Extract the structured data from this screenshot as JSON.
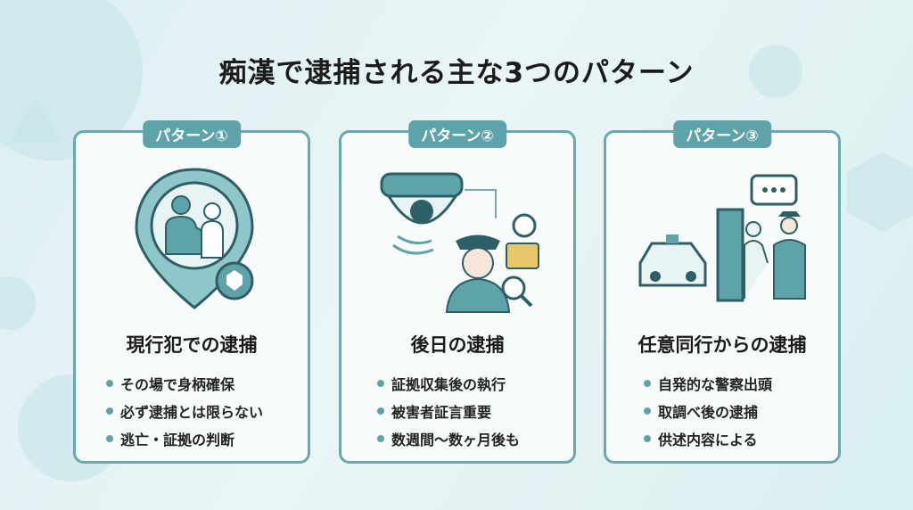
{
  "title": "痴漢で逮捕される主な3つのパターン",
  "accent": "#5fa3aa",
  "cards": [
    {
      "badge": "パターン①",
      "icon": "location-pin-arrest-icon",
      "title": "現行犯での逮捕",
      "items": [
        "その場で身柄確保",
        "必ず逮捕とは限らない",
        "逃亡・証拠の判断"
      ]
    },
    {
      "badge": "パターン②",
      "icon": "cctv-police-investigation-icon",
      "title": "後日の逮捕",
      "items": [
        "証拠収集後の執行",
        "被害者証言重要",
        "数週間〜数ヶ月後も"
      ]
    },
    {
      "badge": "パターン③",
      "icon": "police-car-door-escort-icon",
      "title": "任意同行からの逮捕",
      "items": [
        "自発的な警察出頭",
        "取調べ後の逮捕",
        "供述内容による"
      ]
    }
  ]
}
